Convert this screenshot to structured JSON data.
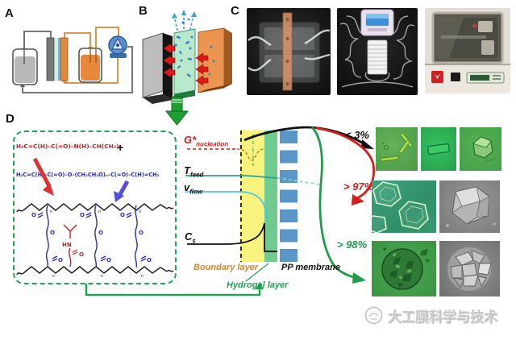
{
  "panels": {
    "a": "A",
    "b": "B",
    "c": "C",
    "d": "D"
  },
  "middle_diagram": {
    "g_star": {
      "main": "G*",
      "sub": "nucleation"
    },
    "t_feed": {
      "main": "T",
      "sub": "feed"
    },
    "v_flow": {
      "main": "v",
      "sub": "flow"
    },
    "c_s": {
      "main": "C",
      "sub": "s"
    },
    "boundary_layer_label": "Boundary layer",
    "hydrogel_layer_label": "Hydrogel layer",
    "pp_membrane_label": "PP membrane"
  },
  "outcomes": {
    "low": "< 3%",
    "mid": "> 97%",
    "high": "> 98%"
  },
  "chemistry": {
    "monomer_red": "H₂C=C(H)–C(=O)–N(H)–CH(CH₃)₂",
    "plus": "+",
    "monomer_blue": "H₂C=C(H)–C(=O)–O–(CH₂CH₂O)ₙ–C(=O)–C(H)=CH₂",
    "network_labels": {
      "o": "O",
      "hn": "HN",
      "n": "n"
    }
  },
  "watermark": {
    "text": "大工膜科学与技术"
  },
  "colors": {
    "accent_green": "#21a254",
    "outcome_red": "#d81c1c",
    "boundary_orange": "#d9862a",
    "boundary_yellow": "#f7f37e",
    "hydrogel_green": "#6fcb8e",
    "membrane_blue": "#5b96c8"
  }
}
